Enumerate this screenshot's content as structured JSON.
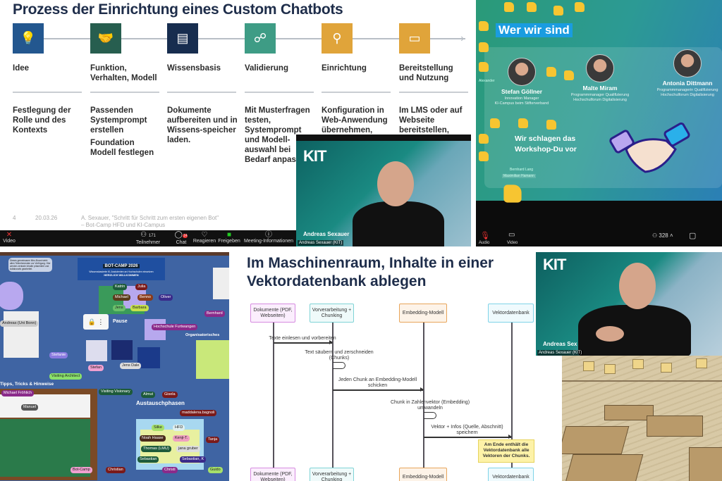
{
  "top_left": {
    "title": "Prozess der Einrichtung eines Custom Chatbots",
    "steps": [
      {
        "icon": "lightbulb-icon",
        "color": "#23578f",
        "label": "Idee",
        "desc": "Festlegung der Rolle und des Kontexts",
        "desc2": ""
      },
      {
        "icon": "handshake-icon",
        "color": "#275e4f",
        "label": "Funktion, Verhalten, Modell",
        "desc": "Passenden Systemprompt erstellen",
        "desc2": "Foundation Modell festlegen"
      },
      {
        "icon": "book-icon",
        "color": "#172d4f",
        "label": "Wissensbasis",
        "desc": "Dokumente aufbereiten und in Wissens-speicher laden.",
        "desc2": ""
      },
      {
        "icon": "people-chat-icon",
        "color": "#3e9c85",
        "label": "Validierung",
        "desc": "Mit Musterfragen testen, Systemprompt und Modell-auswahl bei Bedarf anpas",
        "desc2": ""
      },
      {
        "icon": "network-icon",
        "color": "#e0a43a",
        "label": "Einrichtung",
        "desc": "Konfiguration in Web-Anwendung übernehmen,",
        "desc2": ""
      },
      {
        "icon": "presentation-icon",
        "color": "#e0a43a",
        "label": "Bereitstellung und Nutzung",
        "desc": "Im LMS oder auf Webseite bereitstellen,",
        "desc2": ""
      }
    ],
    "footer": {
      "page": "4",
      "date": "20.03.26",
      "citation": "A. Sexauer, \"Schritt für Schritt zum ersten eigenen Bot\"",
      "citation2": "– Bot-Camp HFD und KI-Campus"
    },
    "toolbar": {
      "video": "Video",
      "participants": "Teilnehmer",
      "participants_count": "171",
      "chat": "Chat",
      "chat_badge": "14",
      "react": "Reagieren",
      "share": "Freigeben",
      "info": "Meeting-Informationen"
    },
    "video": {
      "logo": "KIT",
      "overlay_name": "Andreas Sexauer",
      "name_tag": "Andreas Sexauer (KIT)"
    }
  },
  "top_right": {
    "heading": "Wer wir sind",
    "people": [
      {
        "name": "Stefan Göllner",
        "role": "Innovation Manager",
        "org": "KI-Campus beim Stifterverband"
      },
      {
        "name": "Malte Miram",
        "role": "Programmmanager Qualifizierung",
        "org": "Hochschulforum Digitalisierung"
      },
      {
        "name": "Antonia Dittmann",
        "role": "Programmmanagerin Qualifizierung",
        "org": "Hochschulforum Digitalisierung"
      }
    ],
    "tagline": "Wir schlagen das Workshop-Du vor",
    "cursor_names": [
      "Alexander",
      "Bernhard Lang",
      "Maximilian Hamann"
    ],
    "toolbar": {
      "audio": "Audio",
      "video": "Video",
      "participants_count": "328"
    }
  },
  "bottom_left": {
    "banner_title": "BOT-CAMP 2026",
    "banner_sub": "Wissensbasierte KI-Assistenten an Hochschulen einsetzen",
    "banner_welcome": "HERZLICH WILLKOMMEN",
    "intro": "Dieses gemeinsame Miro-Board steht allen Teilnehmenden zur Verfügung. Hier werden zentrale Inhalte präsentiert und kollaborativ gearbeitet.",
    "sections": [
      "Tipps, Tricks & Hinweise",
      "Austauschphasen",
      "Organisatorisches",
      "Pause"
    ],
    "tags": [
      "Katrin",
      "Julia",
      "Michael",
      "Benno",
      "Oliver",
      "Jens",
      "Barbara",
      "Stefanie",
      "Stefan",
      "Jens Dale",
      "Visiting Architect",
      "Visiting Visionary",
      "Bernhard",
      "Almut",
      "Gisela",
      "maddalena.bagnoli",
      "Silke",
      "HFD",
      "Noah Haase",
      "Kenji-T.",
      "Thomas (LMU)",
      "jana gruber",
      "Sebastian",
      "Christian",
      "Guido",
      "Tanja",
      "Manuel",
      "Michael Fröhlich",
      "Andreas (Uni Bonn)",
      "Hochschule Furtwangen",
      "Sebastian, K",
      "Christi",
      "Bot-Camp"
    ]
  },
  "bottom_right": {
    "title": "Im Maschinenraum, Inhalte in einer Vektordatenbank ablegen",
    "actors": [
      {
        "label": "Dokumente (PDF, Webseiten)",
        "border": "#d68be0",
        "fill": "#fbeefd"
      },
      {
        "label": "Vorverarbeitung + Chunking",
        "border": "#7fd3d6",
        "fill": "#effafa"
      },
      {
        "label": "Embedding-Modell",
        "border": "#e8a55a",
        "fill": "#fdf3e8"
      },
      {
        "label": "Vektordatenbank",
        "border": "#7fd3e8",
        "fill": "#effafd"
      }
    ],
    "messages": [
      "Texte einlesen und vorbereiten",
      "Text säubern und zerschneiden (Chunks)",
      "Jeden Chunk an Embedding-Modell schicken",
      "Chunk in Zahlenvektor (Embedding) umwandeln",
      "Vektor + Infos (Quelle, Abschnitt) speichern"
    ],
    "note": "Am Ende enthält die Vektordatenbank alle Vektoren der Chunks.",
    "video": {
      "logo": "KIT",
      "overlay_name": "Andreas Sex",
      "name_tag": "Andreas Sexauer (KIT)"
    }
  }
}
